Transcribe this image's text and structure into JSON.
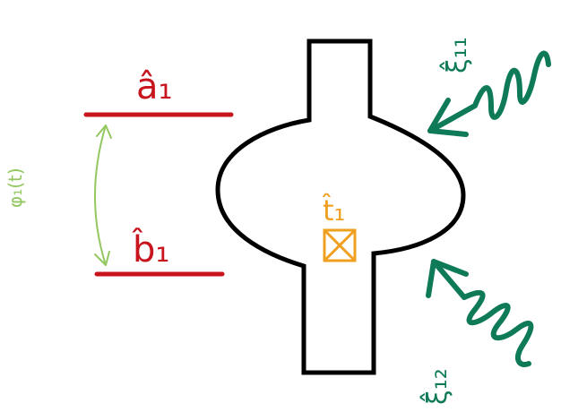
{
  "labels": {
    "mode_a": "â₁",
    "mode_b": "b̂₁",
    "phase": "φ₁(t)",
    "transmission": "t̂₁",
    "noise_in_top": "ξ̂₁₁",
    "noise_in_bottom": "ξ̂₁₂"
  },
  "colors": {
    "red": "#c8141c",
    "green_light": "#93c760",
    "green_dark": "#0e7a58",
    "orange": "#f0a020",
    "black": "#000000"
  }
}
